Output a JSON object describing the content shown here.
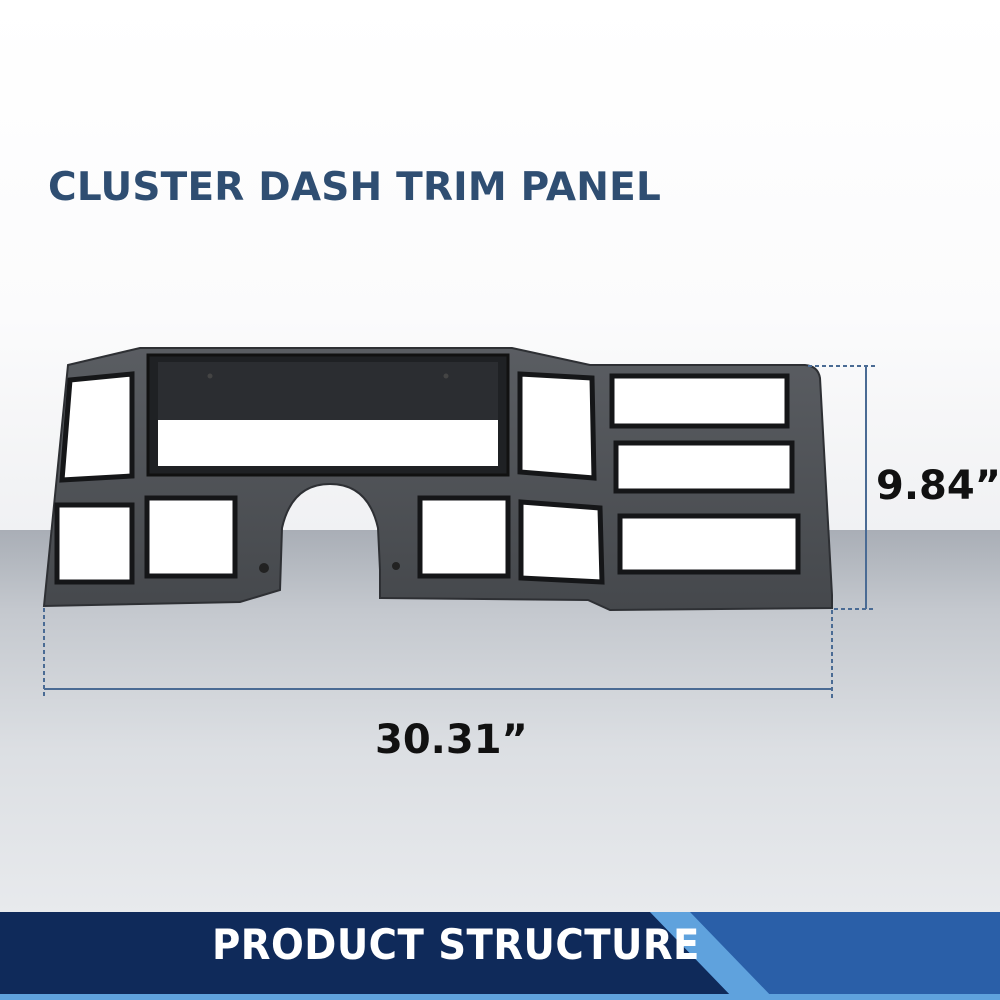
{
  "header": {
    "title": "CLUSTER DASH TRIM PANEL"
  },
  "dimensions": {
    "height": "9.84”",
    "width": "30.31”"
  },
  "footer": {
    "label": "PRODUCT STRUCTURE"
  },
  "colors": {
    "title": "#2f4e72",
    "dimension_line": "#4a6b94",
    "panel": "#4e5156",
    "footer_navy": "#0f2a5a",
    "footer_blue": "#2a5fa8",
    "footer_accent": "#5fa2dd"
  }
}
